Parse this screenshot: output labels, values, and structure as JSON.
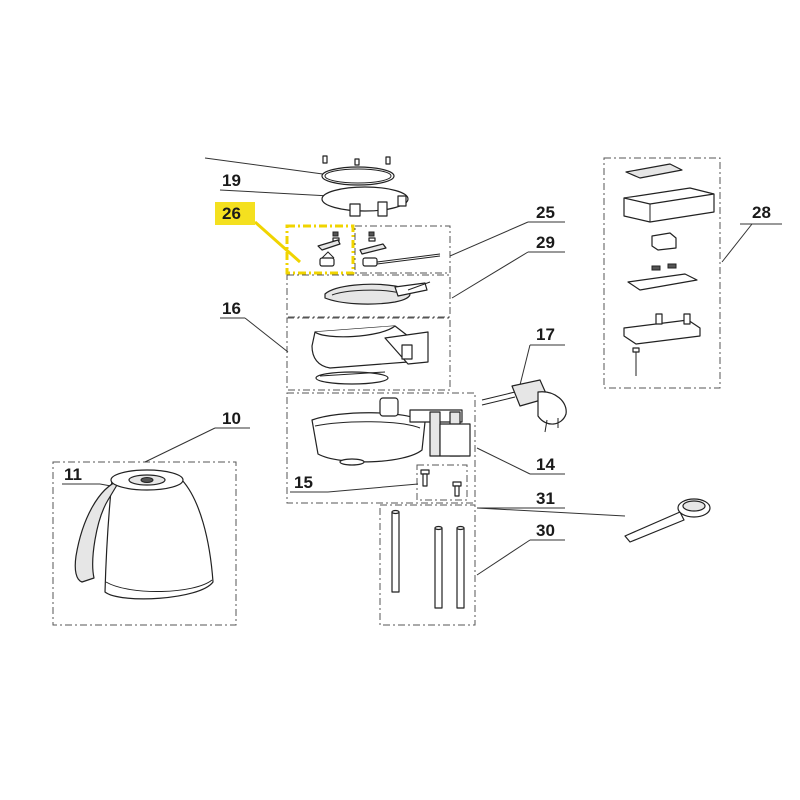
{
  "highlight_color": "#f4e01f",
  "callouts": {
    "c19": "19",
    "c26": "26",
    "c25": "25",
    "c29": "29",
    "c28": "28",
    "c16": "16",
    "c17": "17",
    "c10": "10",
    "c11": "11",
    "c14": "14",
    "c15": "15",
    "c31": "31",
    "c30": "30"
  },
  "highlighted_part": "26"
}
